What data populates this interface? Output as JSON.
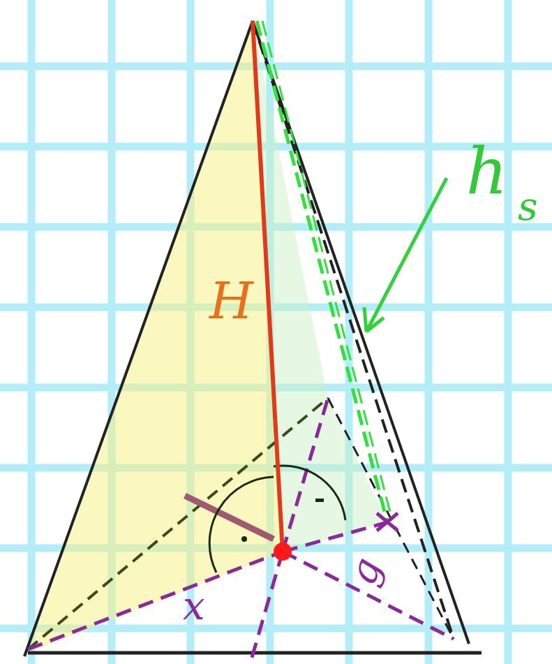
{
  "diagram": {
    "labels": [
      "H",
      "h",
      "s",
      "x",
      "g"
    ]
  }
}
